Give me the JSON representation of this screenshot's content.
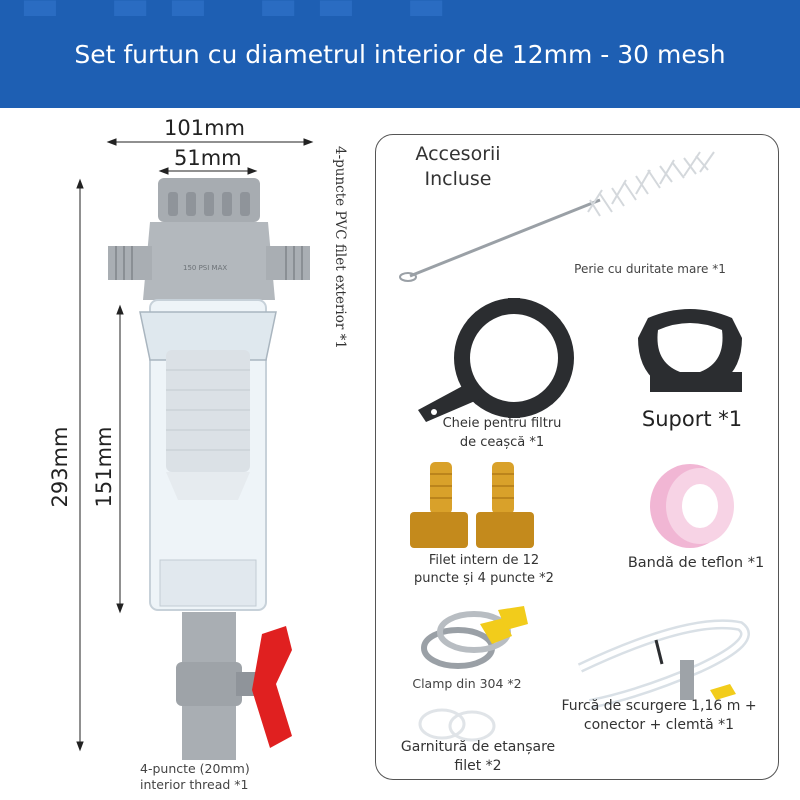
{
  "header": {
    "title": "Set furtun cu diametrul interior de 12mm - 30 mesh"
  },
  "dims": {
    "width_outer": "101mm",
    "width_inner": "51mm",
    "height_total": "293mm",
    "height_body": "151mm"
  },
  "side_note": "4-puncte PVC filet exterior *1",
  "bottom_note": {
    "line1": "4-puncte (20mm)",
    "line2": "interior thread *1"
  },
  "accessories": {
    "title_line1": "Accesorii",
    "title_line2": "Incluse",
    "brush": "Perie cu duritate mare *1",
    "wrench_line1": "Cheie pentru filtru",
    "wrench_line2": "de ceașcă *1",
    "support": "Suport *1",
    "fittings_line1": "Filet intern de 12",
    "fittings_line2": "puncte și 4 puncte *2",
    "teflon": "Bandă de teflon *1",
    "clamp": "Clamp din 304 *2",
    "drain_line1": "Furcă de scurgere 1,16 m +",
    "drain_line2": "conector + clemtă *1",
    "gasket_line1": "Garnitură de etanșare",
    "gasket_line2": "filet *2"
  },
  "colors": {
    "banner": "#1e5fb3",
    "filter_gray": "#9ea3a8",
    "valve_red": "#e02020",
    "brass": "#d9a12a"
  }
}
